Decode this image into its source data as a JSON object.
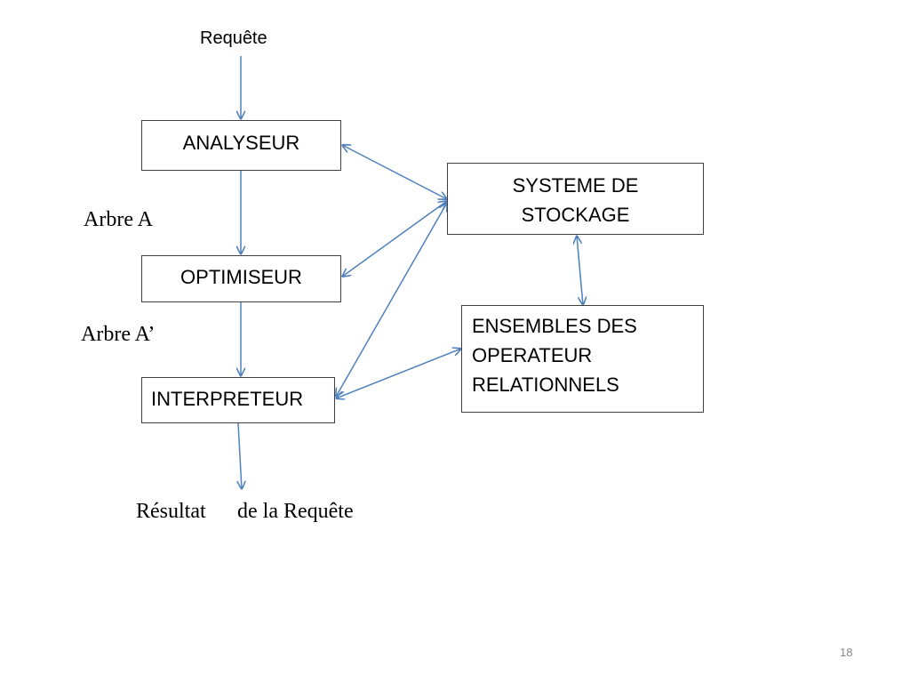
{
  "input_label": "Requête",
  "boxes": {
    "analyseur": "ANALYSEUR",
    "optimiseur": "OPTIMISEUR",
    "interpreteur": "INTERPRETEUR",
    "stockage": [
      "SYSTEME DE",
      "STOCKAGE"
    ],
    "operateurs": [
      "ENSEMBLES DES",
      "OPERATEUR",
      "RELATIONNELS"
    ]
  },
  "labels": {
    "arbre_a": "Arbre A",
    "arbre_a_prime": "Arbre A’",
    "resultat_1": "Résultat",
    "resultat_2": "de la Requête"
  },
  "page_number": "18",
  "colors": {
    "arrow": "#4f81bd",
    "box_border": "#3f3f3f"
  }
}
